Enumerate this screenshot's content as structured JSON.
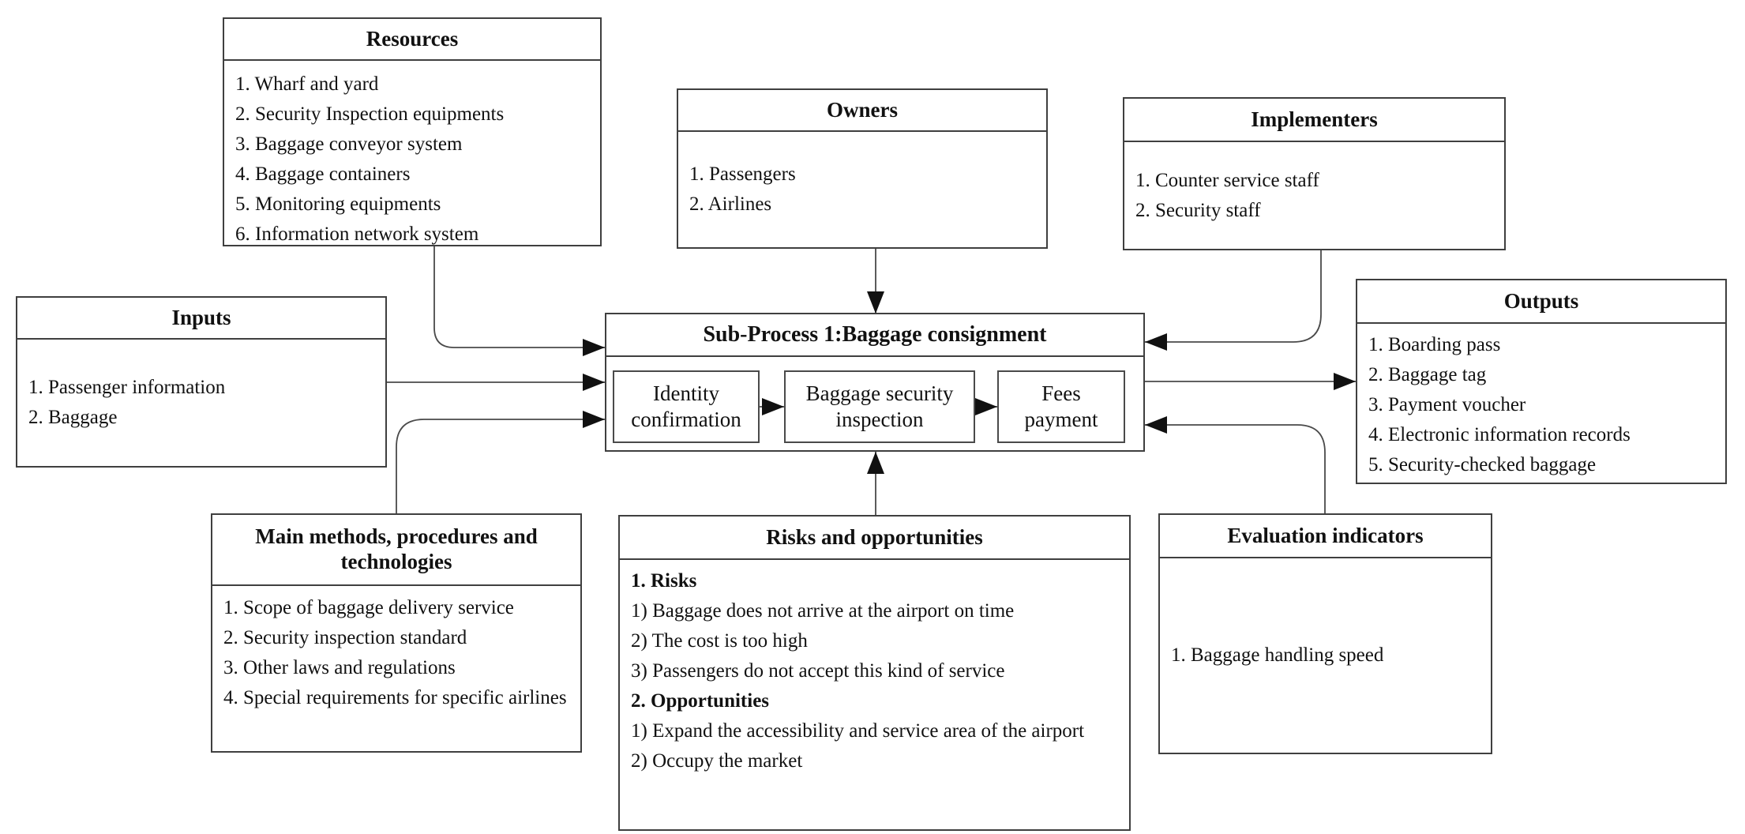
{
  "colors": {
    "background": "#ffffff",
    "border": "#3f3f3f",
    "text": "#111111",
    "arrow": "#111111"
  },
  "boxes": {
    "resources": {
      "title": "Resources",
      "items": [
        "1. Wharf and yard",
        "2. Security Inspection equipments",
        "3. Baggage conveyor system",
        "4. Baggage containers",
        "5. Monitoring equipments",
        "6. Information network system"
      ]
    },
    "owners": {
      "title": "Owners",
      "items": [
        "1. Passengers",
        "2. Airlines"
      ]
    },
    "implementers": {
      "title": "Implementers",
      "items": [
        "1. Counter service staff",
        "2. Security staff"
      ]
    },
    "inputs": {
      "title": "Inputs",
      "items": [
        "1. Passenger information",
        "2. Baggage"
      ]
    },
    "subprocess": {
      "title": "Sub-Process 1:Baggage consignment",
      "steps": [
        "Identity confirmation",
        "Baggage security inspection",
        "Fees payment"
      ]
    },
    "outputs": {
      "title": "Outputs",
      "items": [
        "1. Boarding pass",
        "2. Baggage tag",
        "3. Payment voucher",
        "4. Electronic information records",
        "5. Security-checked baggage"
      ]
    },
    "methods": {
      "title": "Main methods, procedures and technologies",
      "items": [
        "1. Scope of baggage delivery service",
        "2. Security inspection standard",
        "3. Other laws and regulations",
        "4. Special requirements for specific airlines"
      ]
    },
    "risks": {
      "title": "Risks and opportunities",
      "items": [
        {
          "text": "1. Risks"
        },
        {
          "text": "1) Baggage does not arrive at the airport on time"
        },
        {
          "text": "2) The cost is too high"
        },
        {
          "text": "3) Passengers do not accept this kind of service"
        },
        {
          "text": "2. Opportunities"
        },
        {
          "text": "1) Expand the accessibility and service area of the airport"
        },
        {
          "text": "2) Occupy the market"
        }
      ]
    },
    "evaluation": {
      "title": "Evaluation indicators",
      "items": [
        "1. Baggage handling speed"
      ]
    }
  }
}
